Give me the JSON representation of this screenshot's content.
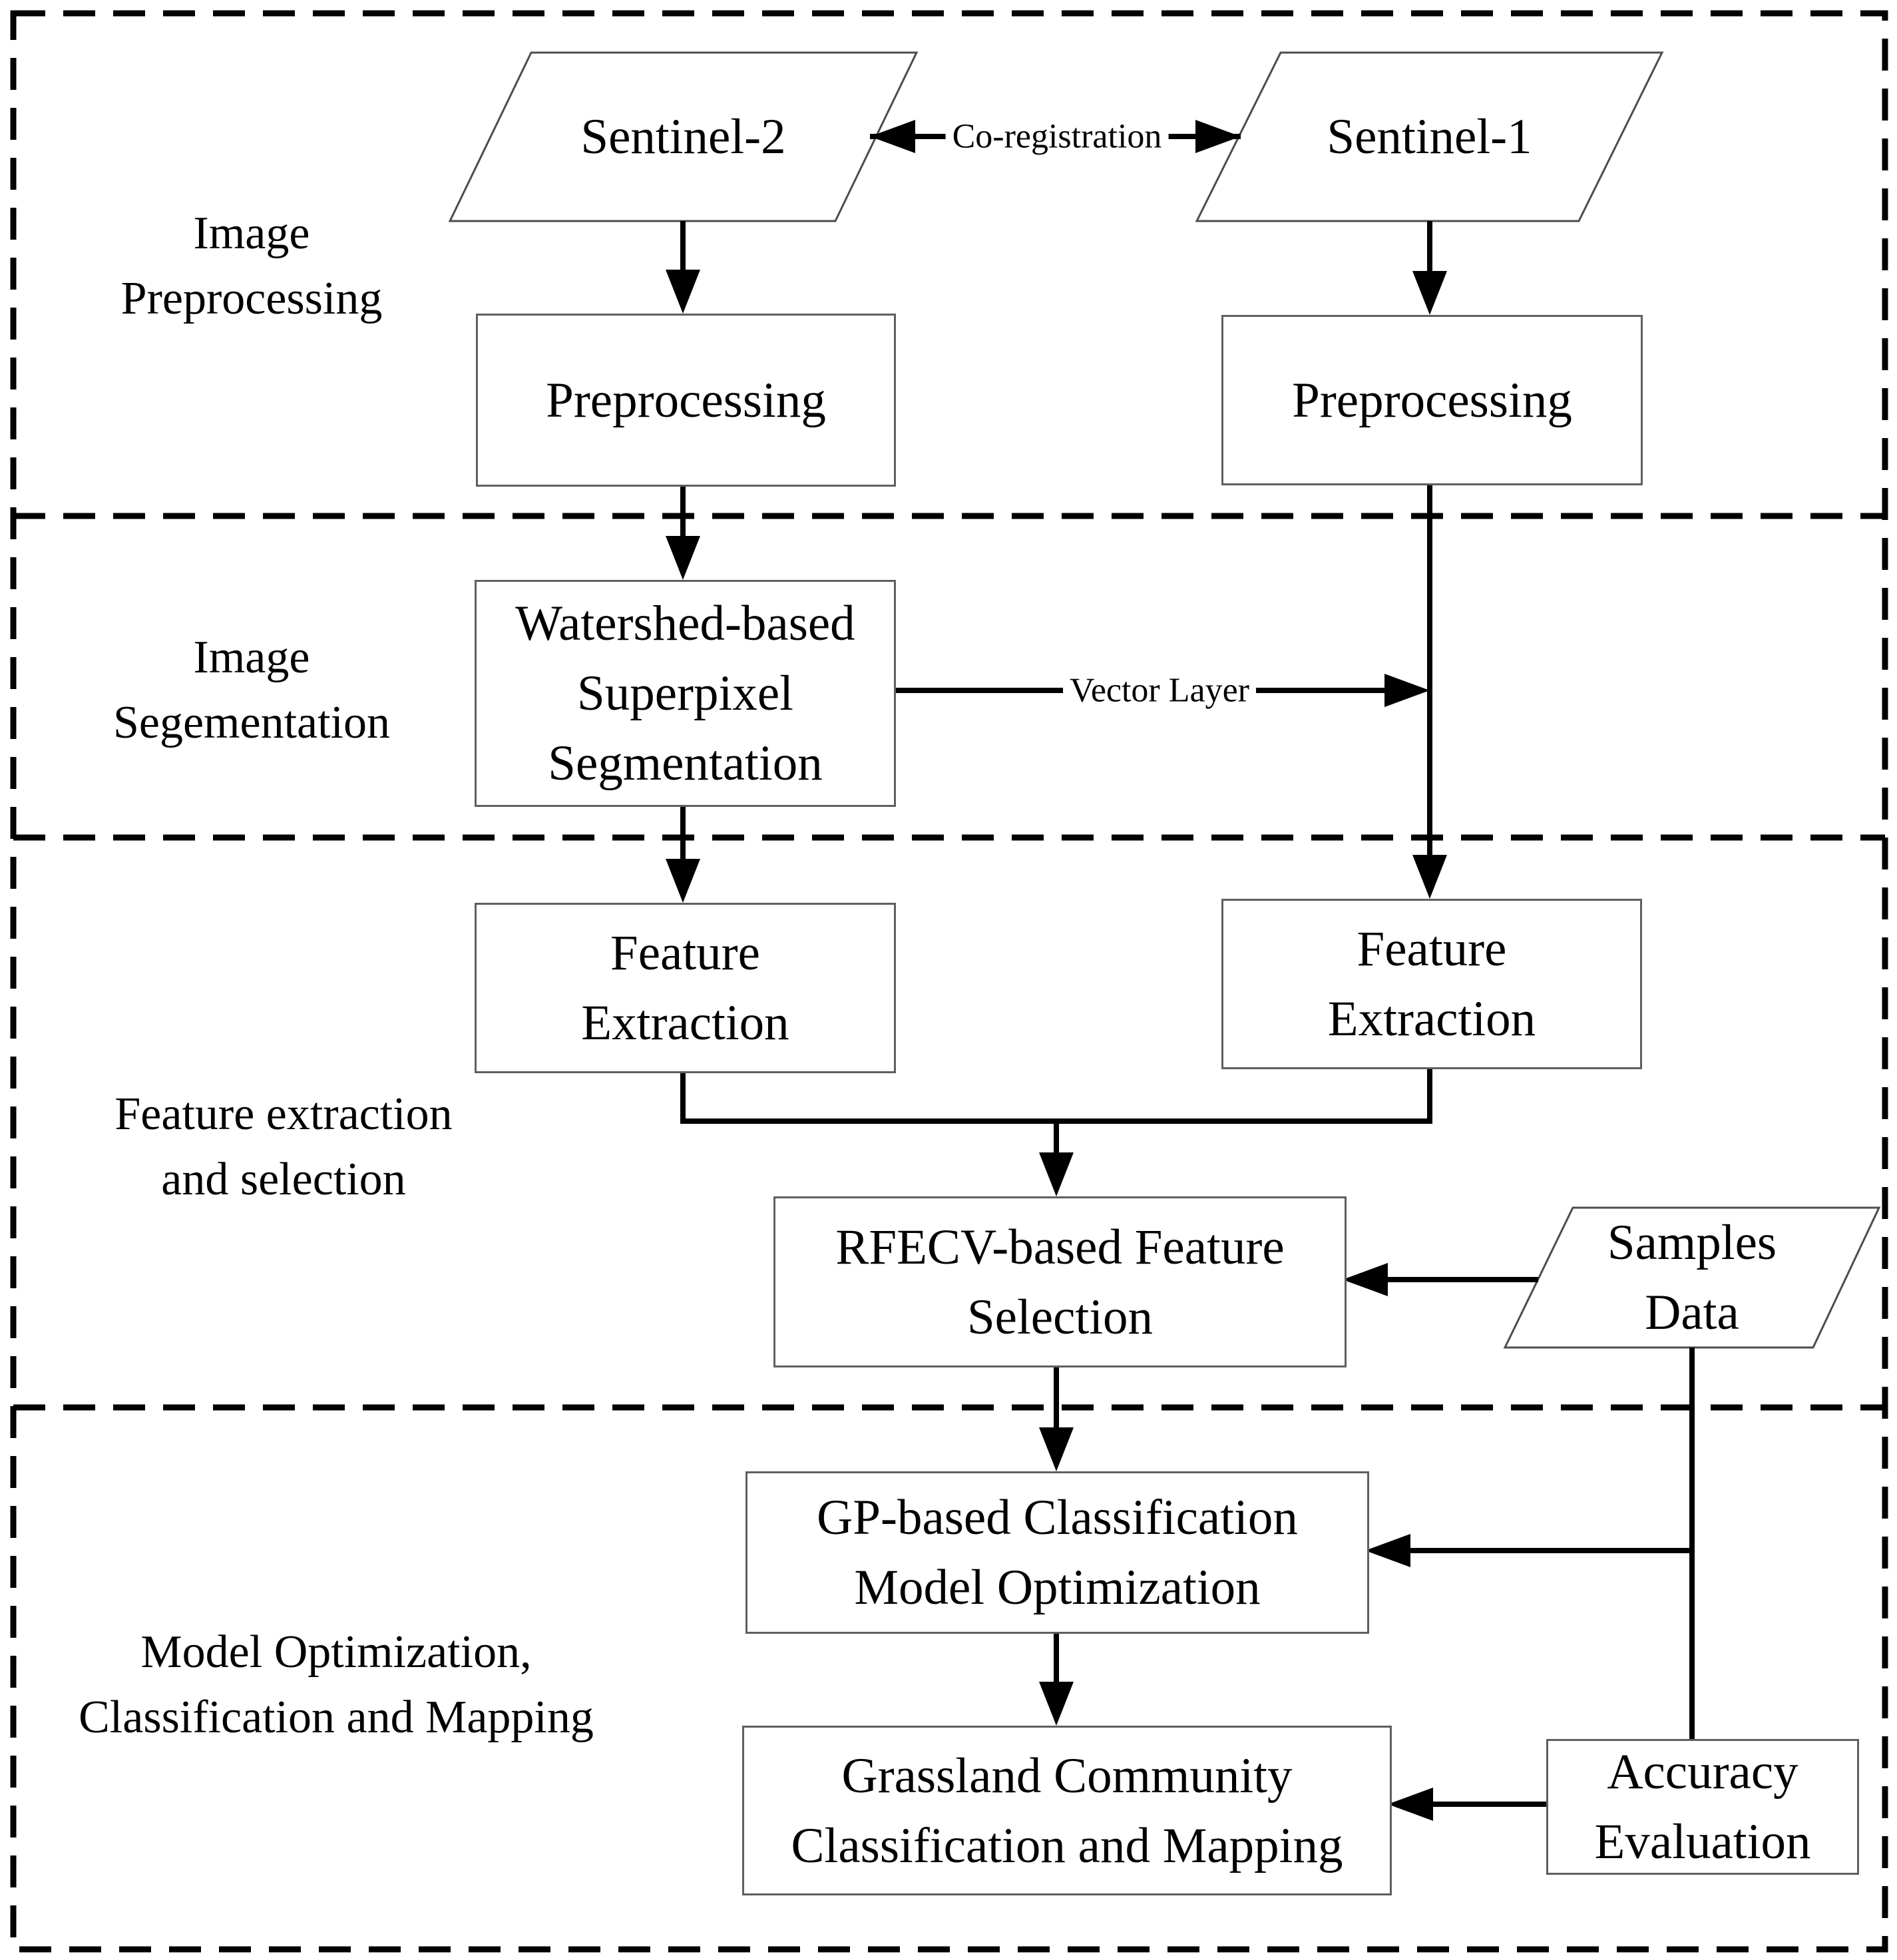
{
  "sections": [
    {
      "lines": [
        "Image",
        "Preprocessing"
      ]
    },
    {
      "lines": [
        "Image",
        "Segementation"
      ]
    },
    {
      "lines": [
        "Feature extraction",
        "and selection"
      ]
    },
    {
      "lines": [
        "Model Optimization,",
        "Classification and Mapping"
      ]
    }
  ],
  "nodes": {
    "sentinel2": {
      "label": "Sentinel-2",
      "shape": "parallelogram"
    },
    "sentinel1": {
      "label": "Sentinel-1",
      "shape": "parallelogram"
    },
    "preprocessing_s2": {
      "label": "Preprocessing",
      "shape": "rectangle"
    },
    "preprocessing_s1": {
      "label": "Preprocessing",
      "shape": "rectangle"
    },
    "watershed": {
      "lines": [
        "Watershed-based",
        "Superpixel",
        "Segmentation"
      ],
      "shape": "rectangle"
    },
    "feature_extraction_left": {
      "lines": [
        "Feature",
        "Extraction"
      ],
      "shape": "rectangle"
    },
    "feature_extraction_right": {
      "lines": [
        "Feature",
        "Extraction"
      ],
      "shape": "rectangle"
    },
    "rfecv": {
      "lines": [
        "RFECV-based Feature",
        "Selection"
      ],
      "shape": "rectangle"
    },
    "samples_data": {
      "lines": [
        "Samples",
        "Data"
      ],
      "shape": "parallelogram"
    },
    "gp_model": {
      "lines": [
        "GP-based  Classification",
        "Model Optimization"
      ],
      "shape": "rectangle"
    },
    "grassland": {
      "lines": [
        "Grassland Community",
        "Classification and Mapping"
      ],
      "shape": "rectangle"
    },
    "accuracy": {
      "lines": [
        "Accuracy",
        "Evaluation"
      ],
      "shape": "rectangle"
    }
  },
  "connector_labels": {
    "co_registration": "Co-registration",
    "vector_layer": "Vector Layer"
  },
  "colors": {
    "line": "#000000",
    "box_border": "#5f5f5f",
    "text": "#000000",
    "background": "#ffffff"
  }
}
